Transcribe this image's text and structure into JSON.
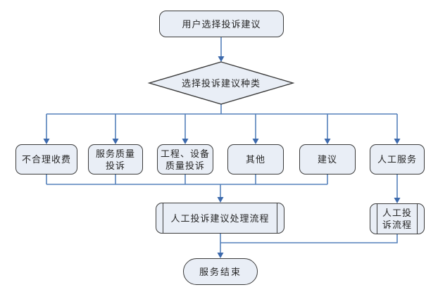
{
  "diagram_type": "flowchart",
  "colors": {
    "background": "#ffffff",
    "shape_fill": "#e9eef6",
    "shape_border": "#3b3b3b",
    "connector": "#5581bb",
    "arrowhead": "#3c69ac",
    "text": "#262626"
  },
  "nodes": {
    "start": {
      "shape": "terminator",
      "label": "用户选择投诉建议"
    },
    "decision": {
      "shape": "decision",
      "label": "选择投诉建议种类"
    },
    "unreasonable_fees": {
      "shape": "process",
      "label": "不合理收费"
    },
    "service_quality": {
      "shape": "process",
      "label": "服务质量\n投诉"
    },
    "engineering_equipment": {
      "shape": "process",
      "label": "工程、设备\n质量投诉"
    },
    "other": {
      "shape": "process",
      "label": "其他"
    },
    "suggestion": {
      "shape": "process",
      "label": "建议"
    },
    "manual_service": {
      "shape": "process",
      "label": "人工服务"
    },
    "manual_handling_process": {
      "shape": "predefined-process",
      "label": "人工投诉建议处理流程"
    },
    "manual_complaint_flow": {
      "shape": "predefined-process",
      "label": "人工投\n诉流程"
    },
    "end": {
      "shape": "terminator",
      "label": "服务结束"
    }
  },
  "edges": [
    "start -> decision",
    "decision -> unreasonable_fees",
    "decision -> service_quality",
    "decision -> engineering_equipment",
    "decision -> other",
    "decision -> suggestion",
    "decision -> manual_service",
    "unreasonable_fees -> manual_handling_process",
    "service_quality -> manual_handling_process",
    "engineering_equipment -> manual_handling_process",
    "other -> manual_handling_process",
    "suggestion -> manual_handling_process",
    "manual_service -> manual_complaint_flow",
    "manual_handling_process -> end",
    "manual_complaint_flow -> end"
  ]
}
